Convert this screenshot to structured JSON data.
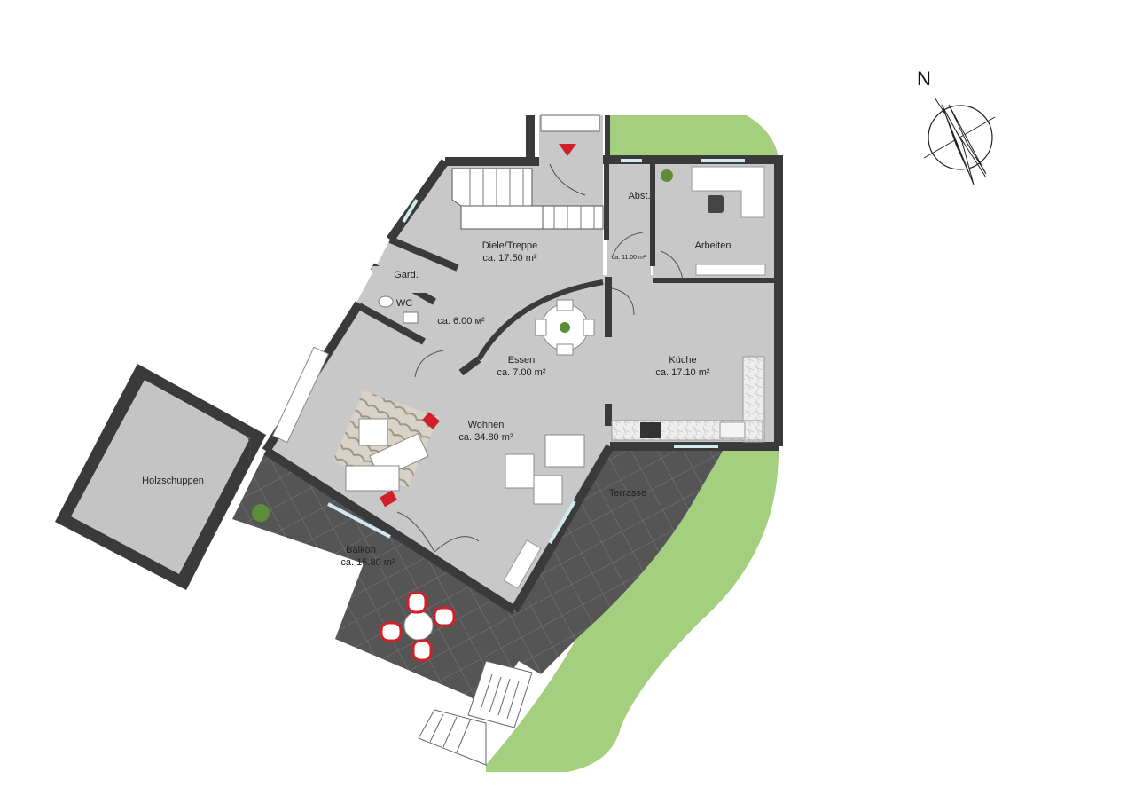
{
  "rooms": {
    "diele": {
      "name": "Diele/Treppe",
      "area": "ca. 17.50 m²"
    },
    "abst": {
      "name": "Abst."
    },
    "abst_area": {
      "area": "ca. 11.00 m²"
    },
    "arbeiten": {
      "name": "Arbeiten"
    },
    "gard": {
      "name": "Gard."
    },
    "wc": {
      "name": "WC"
    },
    "wc_area": {
      "area": "ca. 6.00 м²"
    },
    "essen": {
      "name": "Essen",
      "area": "ca. 7.00 m²"
    },
    "kueche": {
      "name": "Küche",
      "area": "ca. 17.10 m²"
    },
    "wohnen": {
      "name": "Wohnen",
      "area": "ca. 34.80 m²"
    },
    "holzschuppen": {
      "name": "Holzschuppen"
    },
    "terrasse": {
      "name": "Terrasse"
    },
    "balkon": {
      "name": "Balkon",
      "area": "ca. 15.80 m²"
    }
  },
  "compass": {
    "label": "N",
    "icon": "compass-rose-icon"
  },
  "colors": {
    "wall": "#3a3a3a",
    "floor": "#c8c8c8",
    "tile": "#555555",
    "grass": "#a3cf7e",
    "accent": "#d2202a"
  }
}
